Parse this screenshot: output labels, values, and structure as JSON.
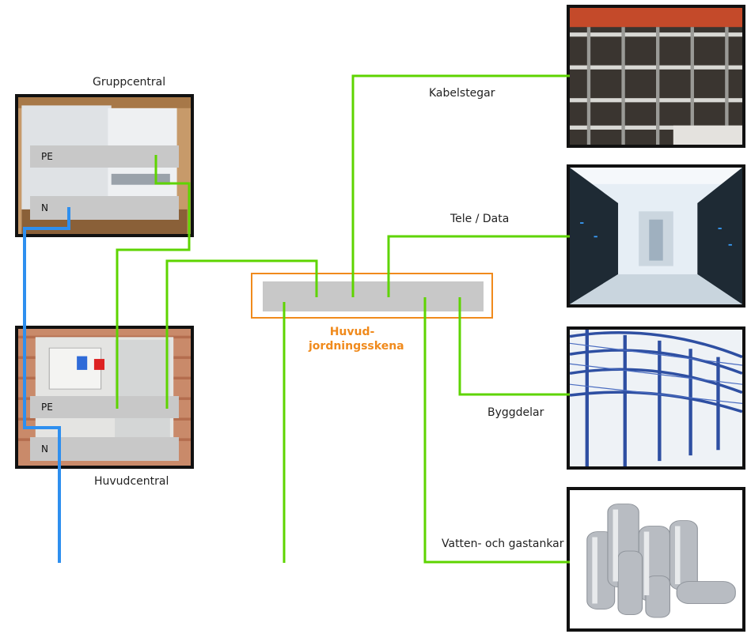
{
  "colors": {
    "pe_wire": "#5ed400",
    "n_wire": "#2e8fef",
    "busbar_border": "#f08a1c",
    "busbar_fill": "#c8c8c8"
  },
  "group_panel": {
    "title": "Gruppcentral",
    "pe_label": "PE",
    "n_label": "N"
  },
  "main_panel": {
    "title": "Huvudcentral",
    "pe_label": "PE",
    "n_label": "N"
  },
  "busbar": {
    "title_line1": "Huvud-",
    "title_line2": "jordningsskena"
  },
  "targets": {
    "cable_trays": "Kabelstegar",
    "tele_data": "Tele / Data",
    "building_parts": "Byggdelar",
    "tanks": "Vatten- och gastankar"
  }
}
